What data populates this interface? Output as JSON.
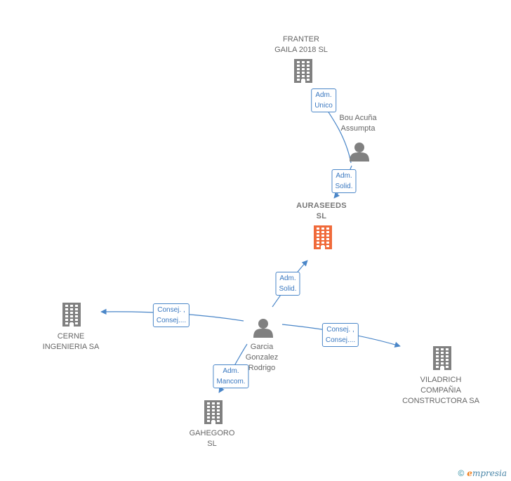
{
  "nodes": [
    {
      "id": "franter",
      "label": [
        "FRANTER",
        "GAILA 2018  SL"
      ],
      "type": "company",
      "icon": "building-icon",
      "color": "#808080"
    },
    {
      "id": "bou",
      "label": [
        "Bou Acuña",
        "Assumpta"
      ],
      "type": "person",
      "icon": "person-icon",
      "color": "#808080"
    },
    {
      "id": "auraseeds",
      "label": [
        "AURASEEDS",
        "SL"
      ],
      "type": "company",
      "icon": "building-icon",
      "color": "#f06a3a"
    },
    {
      "id": "garcia",
      "label": [
        "Garcia",
        "Gonzalez",
        "Rodrigo"
      ],
      "type": "person",
      "icon": "person-icon",
      "color": "#808080"
    },
    {
      "id": "cerne",
      "label": [
        "CERNE",
        "INGENIERIA SA"
      ],
      "type": "company",
      "icon": "building-icon",
      "color": "#808080"
    },
    {
      "id": "viladrich",
      "label": [
        "VILADRICH",
        "COMPAÑIA",
        "CONSTRUCTORA SA"
      ],
      "type": "company",
      "icon": "building-icon",
      "color": "#808080"
    },
    {
      "id": "gahegoro",
      "label": [
        "GAHEGORO",
        "SL"
      ],
      "type": "company",
      "icon": "building-icon",
      "color": "#808080"
    }
  ],
  "edges": [
    {
      "from": "bou",
      "to": "franter",
      "label": [
        "Adm.",
        "Unico"
      ]
    },
    {
      "from": "bou",
      "to": "auraseeds",
      "label": [
        "Adm.",
        "Solid."
      ]
    },
    {
      "from": "garcia",
      "to": "auraseeds",
      "label": [
        "Adm.",
        "Solid."
      ]
    },
    {
      "from": "garcia",
      "to": "cerne",
      "label": [
        "Consej. ,",
        "Consej...."
      ]
    },
    {
      "from": "garcia",
      "to": "viladrich",
      "label": [
        "Consej. ,",
        "Consej...."
      ]
    },
    {
      "from": "garcia",
      "to": "gahegoro",
      "label": [
        "Adm.",
        "Mancom."
      ]
    }
  ],
  "colors": {
    "edge": "#4a86c8",
    "node": "#808080",
    "highlight": "#f06a3a"
  },
  "footer": {
    "copyright": "©",
    "brand_initial": "e",
    "brand_rest": "mpresia"
  }
}
